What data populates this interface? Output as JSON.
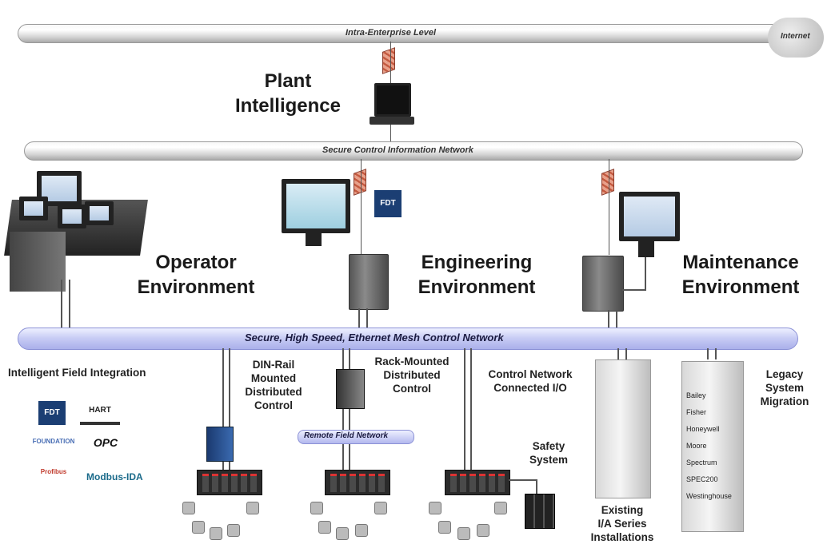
{
  "buses": {
    "enterprise": "Intra-Enterprise Level",
    "internet": "Internet",
    "secure_info": "Secure Control Information Network",
    "mesh": "Secure, High Speed, Ethernet Mesh Control Network",
    "remote_field": "Remote Field Network"
  },
  "titles": {
    "plant_line1": "Plant",
    "plant_line2": "Intelligence",
    "operator_line1": "Operator",
    "operator_line2": "Environment",
    "engineering_line1": "Engineering",
    "engineering_line2": "Environment",
    "maintenance_line1": "Maintenance",
    "maintenance_line2": "Environment"
  },
  "labels": {
    "field_integration": "Intelligent Field Integration",
    "din_rail": [
      "DIN-Rail",
      "Mounted",
      "Distributed",
      "Control"
    ],
    "rack_mounted": [
      "Rack-Mounted",
      "Distributed",
      "Control"
    ],
    "control_io": [
      "Control Network",
      "Connected I/O"
    ],
    "safety": [
      "Safety",
      "System"
    ],
    "existing": [
      "Existing",
      "I/A Series",
      "Installations"
    ],
    "legacy": [
      "Legacy",
      "System",
      "Migration"
    ]
  },
  "legacy_vendors": [
    "Bailey",
    "Fisher",
    "Honeywell",
    "Moore",
    "Spectrum",
    "SPEC200",
    "Westinghouse"
  ],
  "field_logos": [
    "FDT",
    "HART",
    "FOUNDATION",
    "OPC",
    "Profibus",
    "Modbus-IDA"
  ],
  "colors": {
    "mesh": "#aab0ea",
    "firewall": "#c45a40",
    "pipe": "#d4d4d4"
  }
}
